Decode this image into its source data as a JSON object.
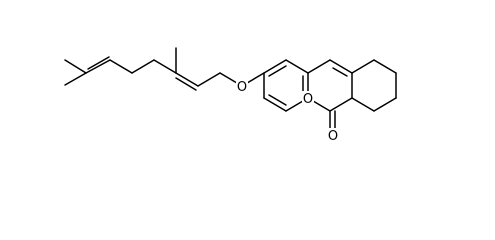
{
  "molecule": {
    "atoms": {
      "ether_oxygen": "O",
      "ring_oxygen": "O",
      "carbonyl_oxygen": "O"
    }
  }
}
